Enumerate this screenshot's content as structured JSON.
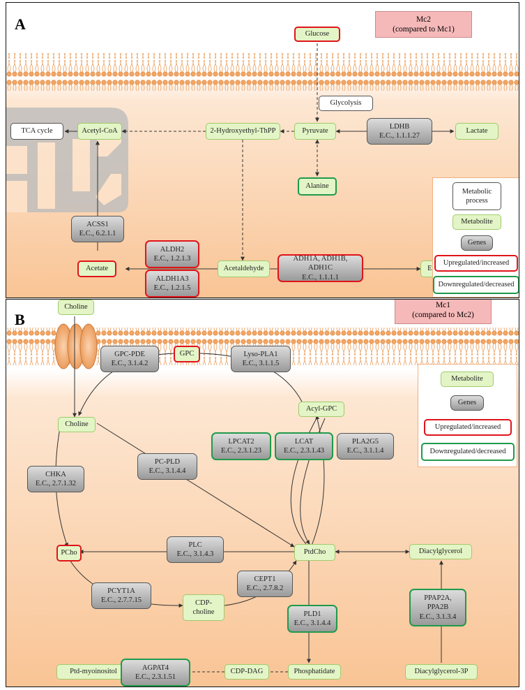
{
  "panel_a": {
    "letter": "A",
    "title": "Mc2\n(compared to Mc1)",
    "nodes": {
      "glucose": "Glucose",
      "glycolysis": "Glycolysis",
      "tca": "TCA cycle",
      "acetyl_coa": "Acetyl-CoA",
      "hydroxyethyl": "2-Hydroxyethyl-ThPP",
      "pyruvate": "Pyruvate",
      "ldhb": "LDHB\nE.C., 1.1.1.27",
      "lactate": "Lactate",
      "alanine": "Alanine",
      "acss1": "ACSS1\nE.C., 6.2.1.1",
      "aldh2": "ALDH2\nE.C., 1.2.1.3",
      "aldh1a3": "ALDH1A3\nE.C., 1.2.1.5",
      "acetate": "Acetate",
      "acetaldehyde": "Acetaldehyde",
      "adh1": "ADH1A, ADH1B, ADH1C\nE.C., 1.1.1.1",
      "ethanol": "Ethanol"
    },
    "legend": {
      "process": "Metabolic\nprocess",
      "metabolite": "Metabolite",
      "genes": "Genes",
      "up": "Upregulated/increased",
      "down": "Downregulated/decreased"
    }
  },
  "panel_b": {
    "letter": "B",
    "title": "Mc1\n(compared to Mc2)",
    "nodes": {
      "choline_top": "Choline",
      "gpc": "GPC",
      "gpc_pde": "GPC-PDE\nE.C., 3.1.4.2",
      "lyso_pla1": "Lyso-PLA1\nE.C., 3.1.1.5",
      "choline": "Choline",
      "acyl_gpc": "Acyl-GPC",
      "chka": "CHKA\nE.C., 2.7.1.32",
      "pc_pld": "PC-PLD\nE.C., 3.1.4.4",
      "lpcat2": "LPCAT2\nE.C., 2.3.1.23",
      "lcat": "LCAT\nE.C., 2.3.1.43",
      "pla2g5": "PLA2G5\nE.C., 3.1.1.4",
      "pcho": "PCho",
      "plc": "PLC\nE.C., 3.1.4.3",
      "ptdcho": "PtdCho",
      "diacylglycerol": "Diacylglycerol",
      "pcyt1a": "PCYT1A\nE.C., 2.7.7.15",
      "cept1": "CEPT1\nE.C., 2.7.8.2",
      "cdp_choline": "CDP-\ncholine",
      "pld1": "PLD1\nE.C., 3.1.4.4",
      "ppap2a": "PPAP2A,\nPPA2B\nE.C., 3.1.3.4",
      "ptd_myoinositol": "Ptd-myoinositol",
      "agpat4": "AGPAT4\nE.C., 2.3.1.51",
      "cdp_dag": "CDP-DAG",
      "phosphatidate": "Phosphatidate",
      "diacylglycerol_3p": "Diacylglycerol-3P"
    },
    "legend": {
      "metabolite": "Metabolite",
      "genes": "Genes",
      "up": "Upregulated/increased",
      "down": "Downregulated/decreased"
    }
  },
  "colors": {
    "metabolite_fill": "#e3f5c6",
    "upregulated": "#e0141a",
    "downregulated": "#1f9a4a",
    "title_fill": "#f6b9b9",
    "membrane": "#f3a664"
  }
}
